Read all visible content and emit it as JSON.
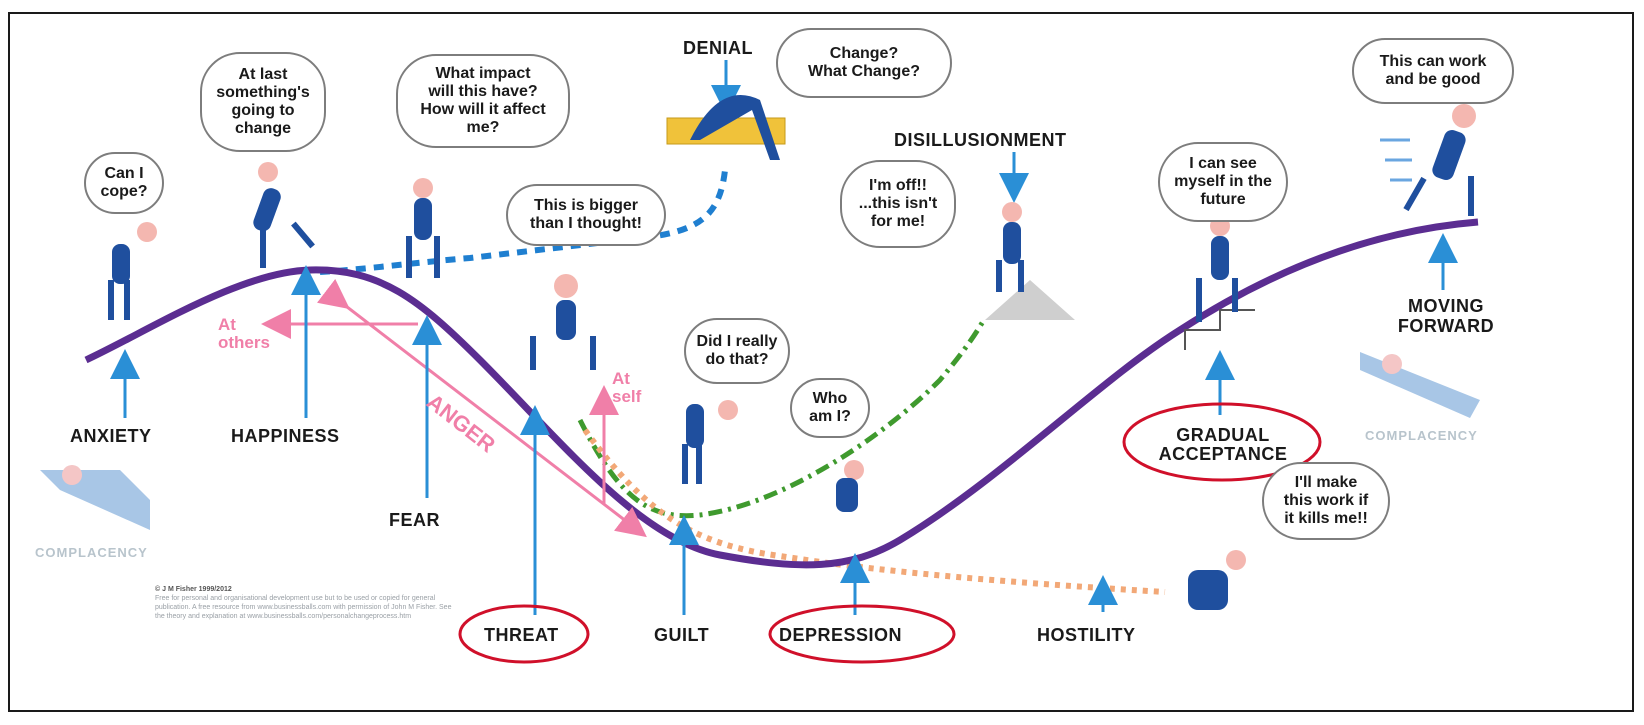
{
  "stages": {
    "anxiety": "ANXIETY",
    "happiness": "HAPPINESS",
    "fear": "FEAR",
    "threat": "THREAT",
    "guilt": "GUILT",
    "depression": "DEPRESSION",
    "hostility": "HOSTILITY",
    "denial": "DENIAL",
    "disillusionment": "DISILLUSIONMENT",
    "gradual_acceptance_1": "GRADUAL",
    "gradual_acceptance_2": "ACCEPTANCE",
    "moving_forward_1": "MOVING",
    "moving_forward_2": "FORWARD",
    "complacency_left": "COMPLACENCY",
    "complacency_right": "COMPLACENCY"
  },
  "anger": {
    "label": "ANGER",
    "at_others": "At\nothers",
    "at_self": "At\nself"
  },
  "bubbles": {
    "can_i_cope": "Can I\ncope?",
    "at_last": "At last\nsomething's\ngoing to\nchange",
    "what_impact": "What impact\nwill this have?\nHow will it affect\nme?",
    "change": "Change?\nWhat Change?",
    "bigger": "This is bigger\nthan I thought!",
    "im_off": "I'm off!!\n...this isn't\nfor me!",
    "did_i": "Did I really\ndo that?",
    "who_am_i": "Who\nam I?",
    "see_myself": "I can see\nmyself in the\nfuture",
    "this_can_work": "This can work\nand be good",
    "ill_make": "I'll make\nthis work if\nit kills me!!"
  },
  "copyright": {
    "title": "© J M Fisher 1999/2012",
    "body": "Free for personal and organisational development use but to be used or copied for general publication. A free resource from www.businessballs.com with permission of John M Fisher. See the theory and explanation at www.businessballs.com/personalchangeprocess.htm"
  },
  "colors": {
    "main_curve": "#5b2d91",
    "denial_path": "#1f7fd0",
    "disillusion_path": "#3f9a2e",
    "hostility_path": "#f2a877",
    "arrows": "#2a8fd6",
    "anger": "#f07fa8",
    "highlight_circle": "#d0102a"
  }
}
